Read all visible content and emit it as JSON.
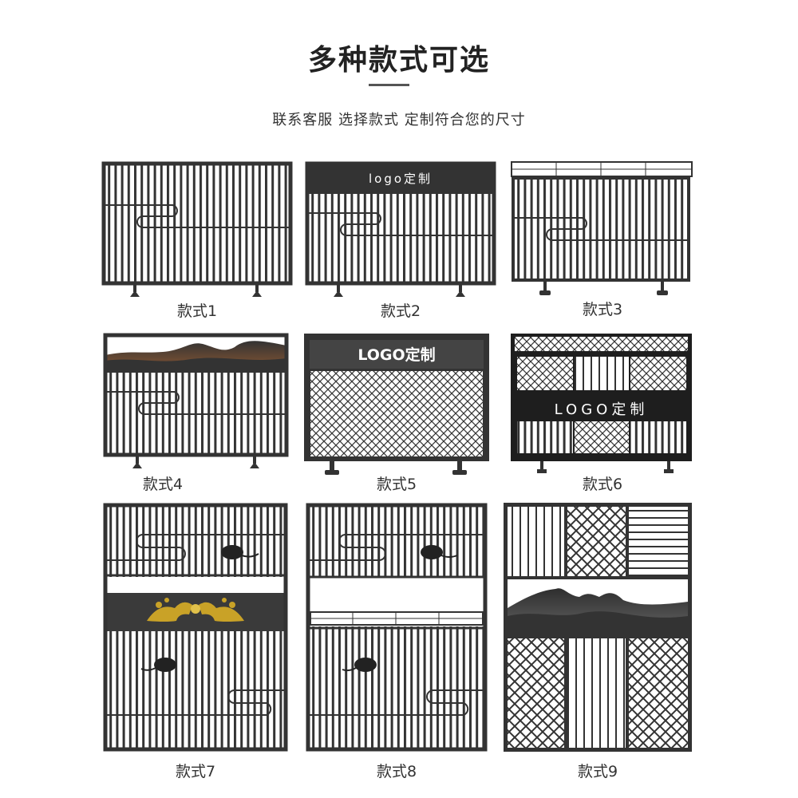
{
  "header": {
    "title": "多种款式可选",
    "subtitle": "联系客服 选择款式 定制符合您的尺寸"
  },
  "colors": {
    "frame": "#333333",
    "gold_ornament": "#c9a227",
    "mountain_glow": "#b5753a",
    "background": "#ffffff"
  },
  "styles": [
    {
      "label": "款式1",
      "features": [
        "vertical-bars",
        "cloud-loop",
        "feet"
      ]
    },
    {
      "label": "款式2",
      "features": [
        "logo-panel",
        "vertical-bars",
        "cloud-loop",
        "feet"
      ],
      "logo_text": "logo定制"
    },
    {
      "label": "款式3",
      "features": [
        "top-rail",
        "vertical-bars",
        "cloud-loop",
        "feet"
      ]
    },
    {
      "label": "款式4",
      "features": [
        "mountain-panel",
        "vertical-bars",
        "cloud-loop",
        "feet"
      ]
    },
    {
      "label": "款式5",
      "features": [
        "logo-panel",
        "diamond-mesh",
        "feet"
      ],
      "logo_text": "LOGO定制"
    },
    {
      "label": "款式6",
      "features": [
        "mesh-top",
        "mixed-panels",
        "logo-band",
        "feet"
      ],
      "logo_text": "LOGO定制"
    },
    {
      "label": "款式7",
      "features": [
        "vertical-bars",
        "cloud-motifs",
        "dragon-ornament"
      ]
    },
    {
      "label": "款式8",
      "features": [
        "vertical-bars",
        "cloud-motifs",
        "rail-band"
      ]
    },
    {
      "label": "款式9",
      "features": [
        "lattice-grid",
        "mountain-band",
        "mixed-panels"
      ]
    }
  ]
}
